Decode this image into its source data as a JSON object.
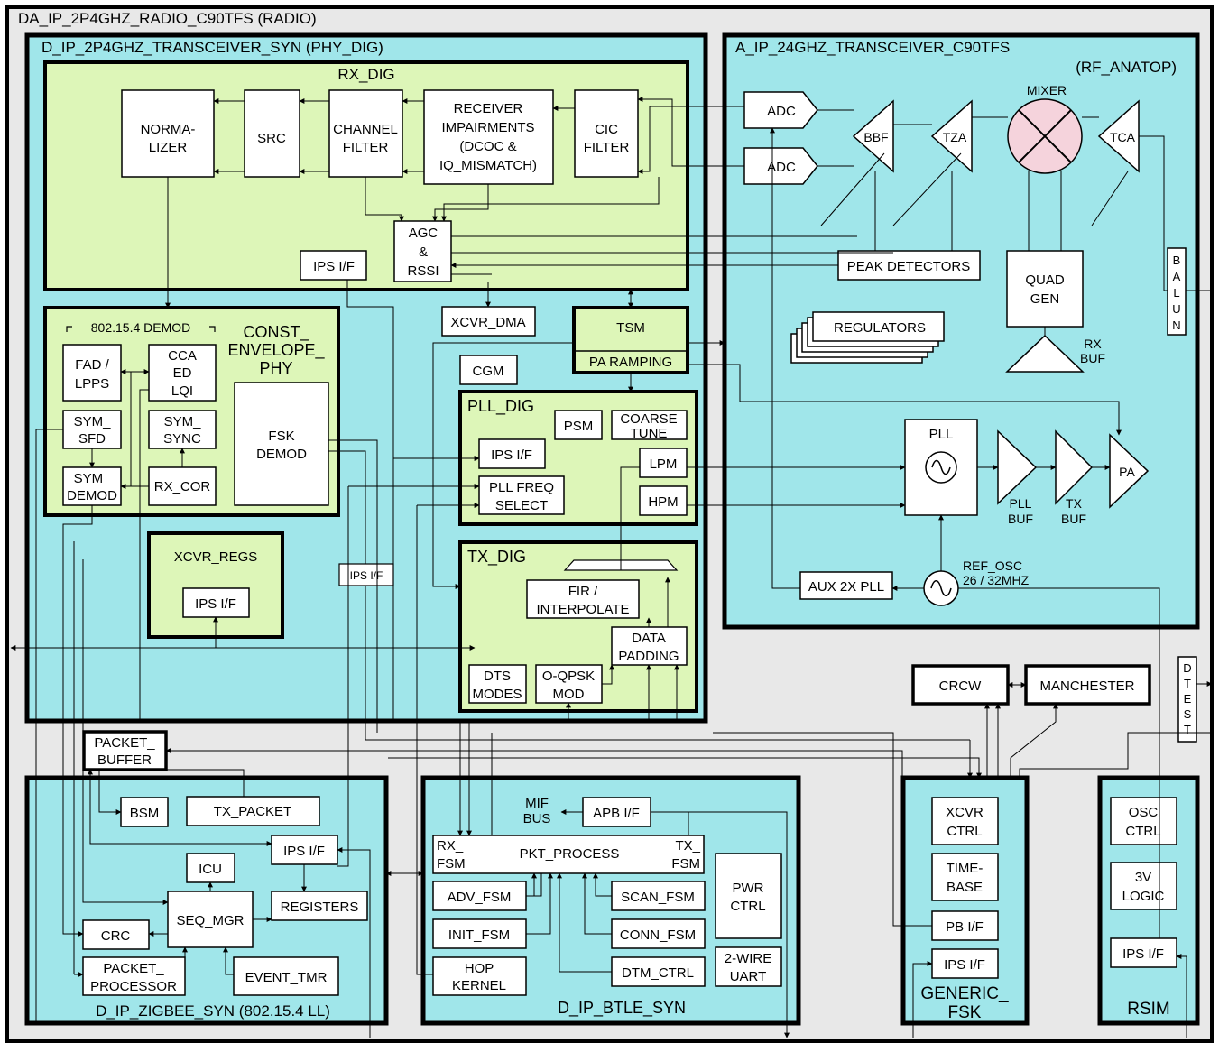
{
  "radio": {
    "title": "DA_IP_2P4GHZ_RADIO_C90TFS (RADIO)"
  },
  "phy_dig": {
    "title": "D_IP_2P4GHZ_TRANSCEIVER_SYN (PHY_DIG)"
  },
  "anatop": {
    "title": "A_IP_24GHZ_TRANSCEIVER_C90TFS",
    "subtitle": "(RF_ANATOP)"
  },
  "rx_dig": {
    "title": "RX_DIG",
    "normalizer": [
      "NORMA-",
      "LIZER"
    ],
    "src": "SRC",
    "channel_filter": [
      "CHANNEL",
      "FILTER"
    ],
    "receiver_impairments": [
      "RECEIVER",
      "IMPAIRMENTS",
      "(DCOC &",
      "IQ_MISMATCH)"
    ],
    "cic_filter": [
      "CIC",
      "FILTER"
    ],
    "agc_rssi": [
      "AGC",
      "&",
      "RSSI"
    ],
    "ips_if": "IPS I/F"
  },
  "const_env": {
    "title": [
      "CONST_",
      "ENVELOPE_",
      "PHY"
    ],
    "demod_label": "802.15.4 DEMOD",
    "fad_lpps": [
      "FAD /",
      "LPPS"
    ],
    "cca_ed_lqi": [
      "CCA",
      "ED",
      "LQI"
    ],
    "sym_sfd": [
      "SYM_",
      "SFD"
    ],
    "sym_sync": [
      "SYM_",
      "SYNC"
    ],
    "sym_demod": [
      "SYM_",
      "DEMOD"
    ],
    "rx_cor": "RX_COR",
    "fsk_demod": [
      "FSK",
      "DEMOD"
    ]
  },
  "xcvr_regs": {
    "title": "XCVR_REGS",
    "ips_if": "IPS I/F"
  },
  "xcvr_dma": "XCVR_DMA",
  "cgm": "CGM",
  "tsm": {
    "title": "TSM",
    "pa_ramping": "PA RAMPING"
  },
  "pll_dig": {
    "title": "PLL_DIG",
    "psm": "PSM",
    "coarse_tune": [
      "COARSE",
      "TUNE"
    ],
    "ips_if": "IPS I/F",
    "lpm": "LPM",
    "pll_freq_select": [
      "PLL FREQ",
      "SELECT"
    ],
    "hpm": "HPM"
  },
  "ips_if_small": "IPS I/F",
  "tx_dig": {
    "title": "TX_DIG",
    "fir_interpolate": [
      "FIR /",
      "INTERPOLATE"
    ],
    "data_padding": [
      "DATA",
      "PADDING"
    ],
    "dts_modes": [
      "DTS",
      "MODES"
    ],
    "oqpsk_mod": [
      "O-QPSK",
      "MOD"
    ]
  },
  "rf": {
    "adc1": "ADC",
    "adc2": "ADC",
    "bbf": "BBF",
    "tza": "TZA",
    "mixer": "MIXER",
    "tca": "TCA",
    "peak_detectors": "PEAK DETECTORS",
    "quad_gen": [
      "QUAD",
      "GEN"
    ],
    "balun": [
      "B",
      "A",
      "L",
      "U",
      "N"
    ],
    "regulators": "REGULATORS",
    "rx_buf": [
      "RX",
      "BUF"
    ],
    "pll": "PLL",
    "pll_buf": [
      "PLL",
      "BUF"
    ],
    "tx_buf": [
      "TX",
      "BUF"
    ],
    "pa": "PA",
    "ref_osc": [
      "REF_OSC",
      "26 / 32MHZ"
    ],
    "aux_pll": "AUX 2X PLL"
  },
  "crcw": "CRCW",
  "manchester": "MANCHESTER",
  "dtest": [
    "D",
    "T",
    "E",
    "S",
    "T"
  ],
  "packet_buffer": [
    "PACKET_",
    "BUFFER"
  ],
  "zigbee": {
    "title": "D_IP_ZIGBEE_SYN (802.15.4 LL)",
    "bsm": "BSM",
    "tx_packet": "TX_PACKET",
    "ips_if": "IPS I/F",
    "icu": "ICU",
    "seq_mgr": "SEQ_MGR",
    "registers": "REGISTERS",
    "crc": "CRC",
    "packet_processor": [
      "PACKET_",
      "PROCESSOR"
    ],
    "event_tmr": "EVENT_TMR"
  },
  "btle": {
    "title": "D_IP_BTLE_SYN",
    "mif_bus": [
      "MIF",
      "BUS"
    ],
    "apb_if": "APB I/F",
    "rx_fsm": [
      "RX_",
      "FSM"
    ],
    "pkt_process": "PKT_PROCESS",
    "tx_fsm": [
      "TX_",
      "FSM"
    ],
    "adv_fsm": "ADV_FSM",
    "scan_fsm": "SCAN_FSM",
    "init_fsm": "INIT_FSM",
    "conn_fsm": "CONN_FSM",
    "pwr_ctrl": [
      "PWR",
      "CTRL"
    ],
    "hop_kernel": [
      "HOP",
      "KERNEL"
    ],
    "dtm_ctrl": "DTM_CTRL",
    "two_wire_uart": [
      "2-WIRE",
      "UART"
    ]
  },
  "generic_fsk": {
    "title": [
      "GENERIC_",
      "FSK"
    ],
    "xcvr_ctrl": [
      "XCVR",
      "CTRL"
    ],
    "time_base": [
      "TIME-",
      "BASE"
    ],
    "pb_if": "PB I/F",
    "ips_if": "IPS I/F"
  },
  "rsim": {
    "title": "RSIM",
    "osc_ctrl": [
      "OSC",
      "CTRL"
    ],
    "logic_3v": [
      "3V",
      "LOGIC"
    ],
    "ips_if": "IPS I/F"
  },
  "colors": {
    "outer": "#e8e8e8",
    "cyan": "#a0e6ea",
    "green": "#ddf6b8",
    "mixer": "#f5d3dc"
  }
}
